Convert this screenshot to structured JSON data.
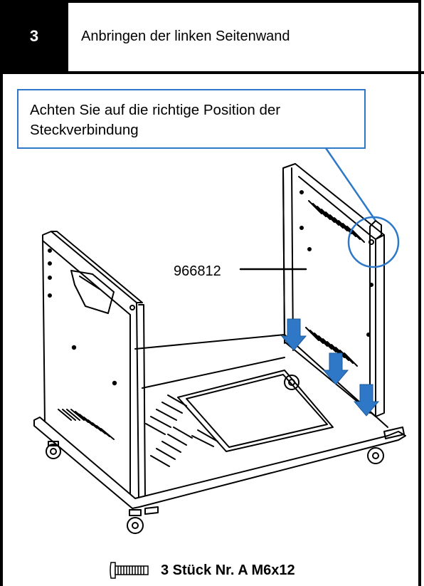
{
  "header": {
    "step_number": "3",
    "title": "Anbringen der linken Seitenwand"
  },
  "callout": {
    "line1": "Achten Sie auf die richtige Position der",
    "line2": "Steckverbindung"
  },
  "diagram": {
    "part_number": "966812",
    "arrow_color": "#2e78c7",
    "highlight_color": "#2e78c7"
  },
  "footer": {
    "hardware_icon": "screw-icon",
    "hardware_text": "3 Stück Nr. A M6x12"
  }
}
